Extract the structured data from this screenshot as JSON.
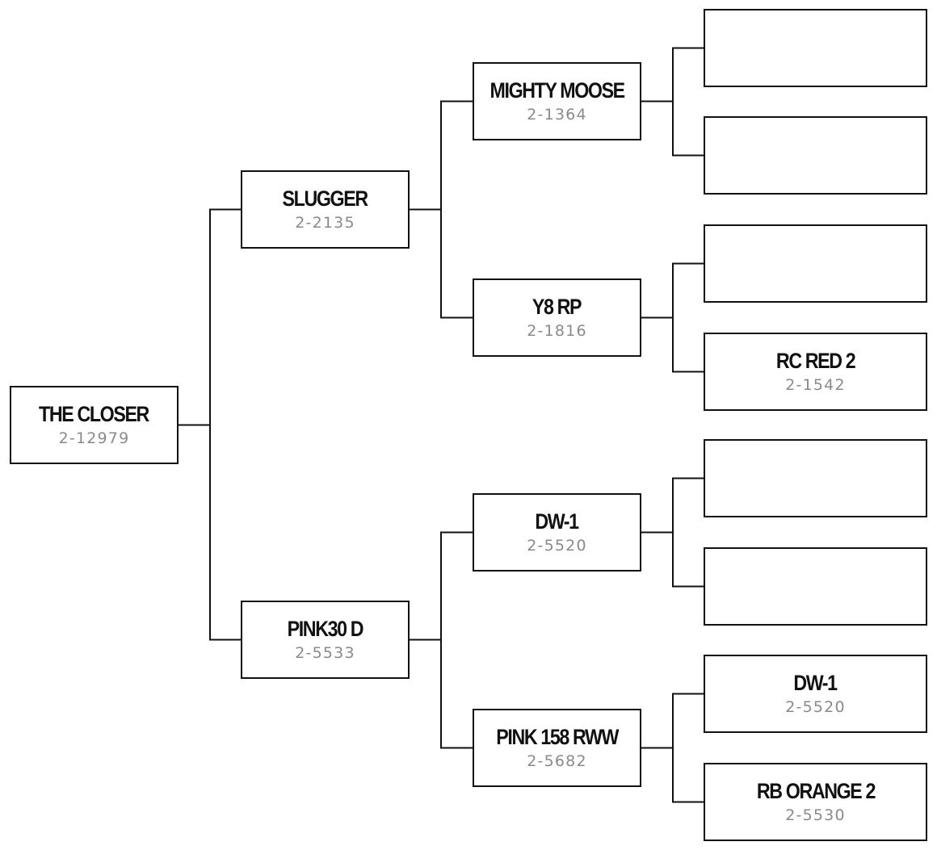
{
  "nodes": {
    "n1": {
      "name": "THE CLOSER",
      "code": "2-12979"
    },
    "n2": {
      "name": "SLUGGER",
      "code": "2-2135"
    },
    "n3": {
      "name": "PINK30 D",
      "code": "2-5533"
    },
    "n4": {
      "name": "MIGHTY MOOSE",
      "code": "2-1364"
    },
    "n5": {
      "name": "Y8 RP",
      "code": "2-1816"
    },
    "n6": {
      "name": "DW-1",
      "code": "2-5520"
    },
    "n7": {
      "name": "PINK 158 RWW",
      "code": "2-5682"
    },
    "n8": {
      "name": "",
      "code": ""
    },
    "n9": {
      "name": "",
      "code": ""
    },
    "n10": {
      "name": "",
      "code": ""
    },
    "n11": {
      "name": "RC RED 2",
      "code": "2-1542"
    },
    "n12": {
      "name": "",
      "code": ""
    },
    "n13": {
      "name": "",
      "code": ""
    },
    "n14": {
      "name": "DW-1",
      "code": "2-5520"
    },
    "n15": {
      "name": "RB ORANGE 2",
      "code": "2-5530"
    }
  },
  "edges": [
    [
      "n1",
      "n2"
    ],
    [
      "n1",
      "n3"
    ],
    [
      "n2",
      "n4"
    ],
    [
      "n2",
      "n5"
    ],
    [
      "n3",
      "n6"
    ],
    [
      "n3",
      "n7"
    ],
    [
      "n4",
      "n8"
    ],
    [
      "n4",
      "n9"
    ],
    [
      "n5",
      "n10"
    ],
    [
      "n5",
      "n11"
    ],
    [
      "n6",
      "n12"
    ],
    [
      "n6",
      "n13"
    ],
    [
      "n7",
      "n14"
    ],
    [
      "n7",
      "n15"
    ]
  ],
  "colors": {
    "line": "#111111",
    "name": "#111111",
    "code": "#8a8a8a",
    "background": "#ffffff"
  }
}
